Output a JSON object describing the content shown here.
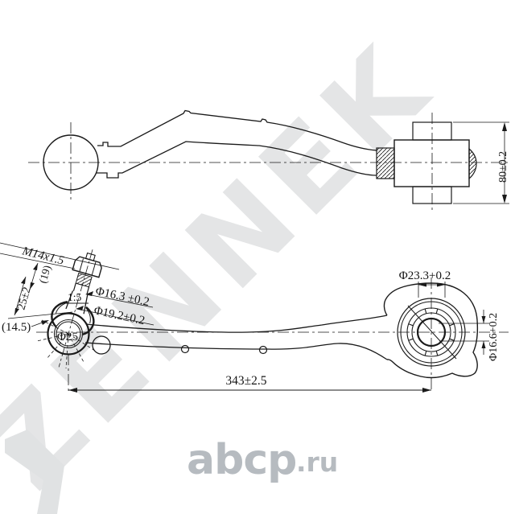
{
  "watermark": {
    "brand": "ZENNEK",
    "site": "abcp",
    "site_tld": ".ru",
    "brand_color": "#e4e5e6",
    "site_color": "#b6bbc0"
  },
  "labels": {
    "thread": "M14x1.5",
    "dim_19": "(19)",
    "dim_25": "25±2",
    "taper": "1:5",
    "dia_163": "Φ16.3 ±0.2",
    "dia_192": "Φ19.2±0.2",
    "dim_145": "(14.5)",
    "dia_25": "Φ25",
    "dia_233": "Φ23.3+0.2",
    "dia_166": "Φ16.6+0.2",
    "length_total": "343±2.5",
    "housing_width": "80±0.2"
  }
}
